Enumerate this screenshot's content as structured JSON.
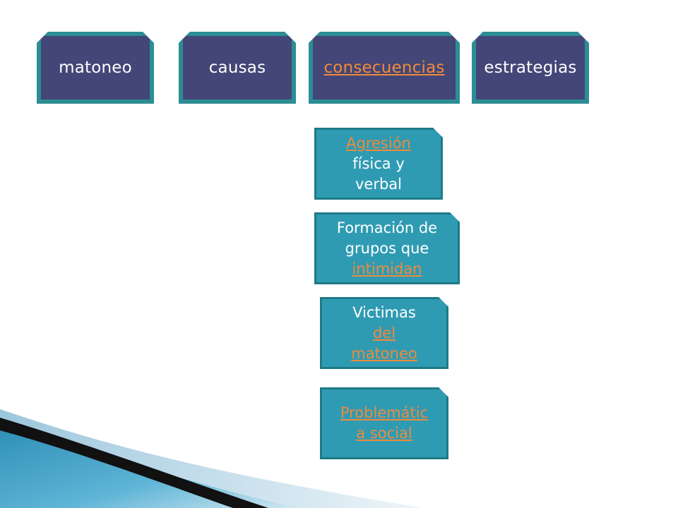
{
  "nav": {
    "tabs": [
      {
        "label": "matoneo",
        "active": false
      },
      {
        "label": "causas",
        "active": false
      },
      {
        "label": "consecuencias",
        "active": true
      },
      {
        "label": "estrategias",
        "active": false
      }
    ]
  },
  "consequences": {
    "card1": {
      "link": "Agresión",
      "text1": "física y",
      "text2": "verbal"
    },
    "card2": {
      "text1": "Formación de",
      "text2": "grupos  que",
      "link": "intimidan"
    },
    "card3": {
      "text1": "Victimas",
      "link1": "del",
      "link2": "matoneo"
    },
    "card4": {
      "link1": "Problemátic",
      "link2": "a social"
    }
  },
  "colors": {
    "tab_bg": "#434677",
    "tab_border": "#2c8d95",
    "card_bg": "#2f9bb3",
    "link": "#f08a3b"
  }
}
